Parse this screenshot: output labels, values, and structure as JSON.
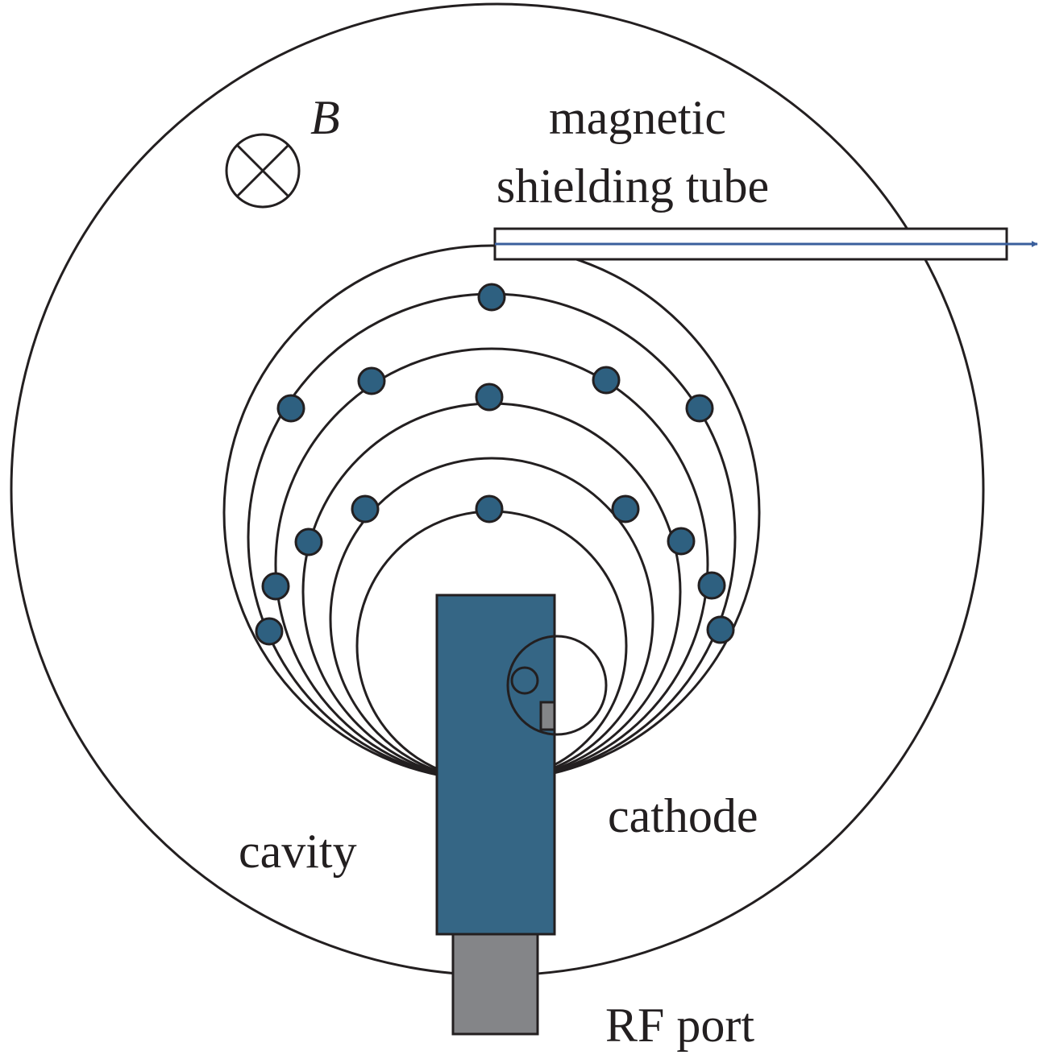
{
  "labels": {
    "field_symbol": "B",
    "tube_line1": "magnetic",
    "tube_line2": "shielding tube",
    "cathode": "cathode",
    "cavity": "cavity",
    "rf_port": "RF port"
  },
  "colors": {
    "stroke": "#231f20",
    "electron_fill": "#2e6080",
    "cathode_fill": "#356685",
    "rf_port_fill": "#848588",
    "emitter_fill": "#848588",
    "beam_arrow": "#3a5f9c",
    "background": "#ffffff"
  },
  "icons": {
    "field_direction": "circle-cross-icon (field into page)"
  }
}
